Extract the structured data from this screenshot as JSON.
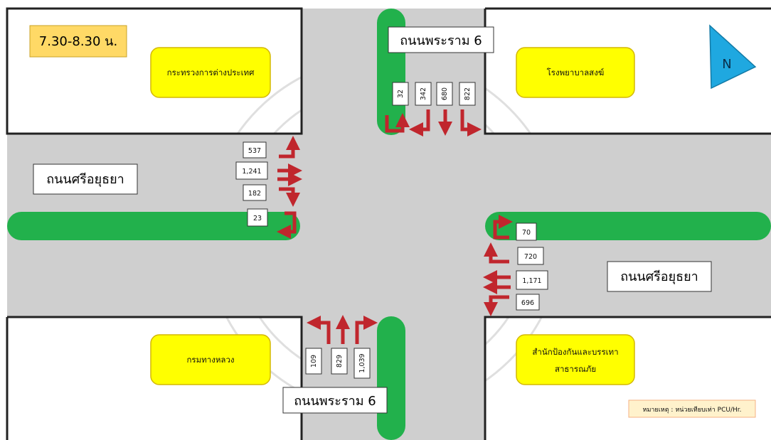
{
  "time_label": "7.30-8.30 น.",
  "roads": {
    "north": "ถนนพระราม 6",
    "south": "ถนนพระราม 6",
    "west": "ถนนศรีอยุธยา",
    "east": "ถนนศรีอยุธยา"
  },
  "buildings": {
    "nw": "กระทรวงการต่างประเทศ",
    "ne": "โรงพยาบาลสงฆ์",
    "sw": "กรมทางหลวง",
    "se_line1": "สำนักป้องกันและบรรเทา",
    "se_line2": "สาธารณภัย"
  },
  "compass": "N",
  "note": "หมายเหตุ : หน่วยเทียบเท่า PCU/Hr.",
  "volumes": {
    "north": [
      "32",
      "342",
      "680",
      "822"
    ],
    "west": [
      "537",
      "1,241",
      "182",
      "23"
    ],
    "east": [
      "70",
      "720",
      "1,171",
      "696"
    ],
    "south": [
      "109",
      "829",
      "1,039"
    ]
  },
  "colors": {
    "road": "#cfcfcf",
    "median": "#22b14c",
    "arrow": "#c0262d",
    "building": "#ffff00",
    "building_border": "#d4b800",
    "compass": "#1fa8e0",
    "note_bg": "#fff2cc"
  }
}
